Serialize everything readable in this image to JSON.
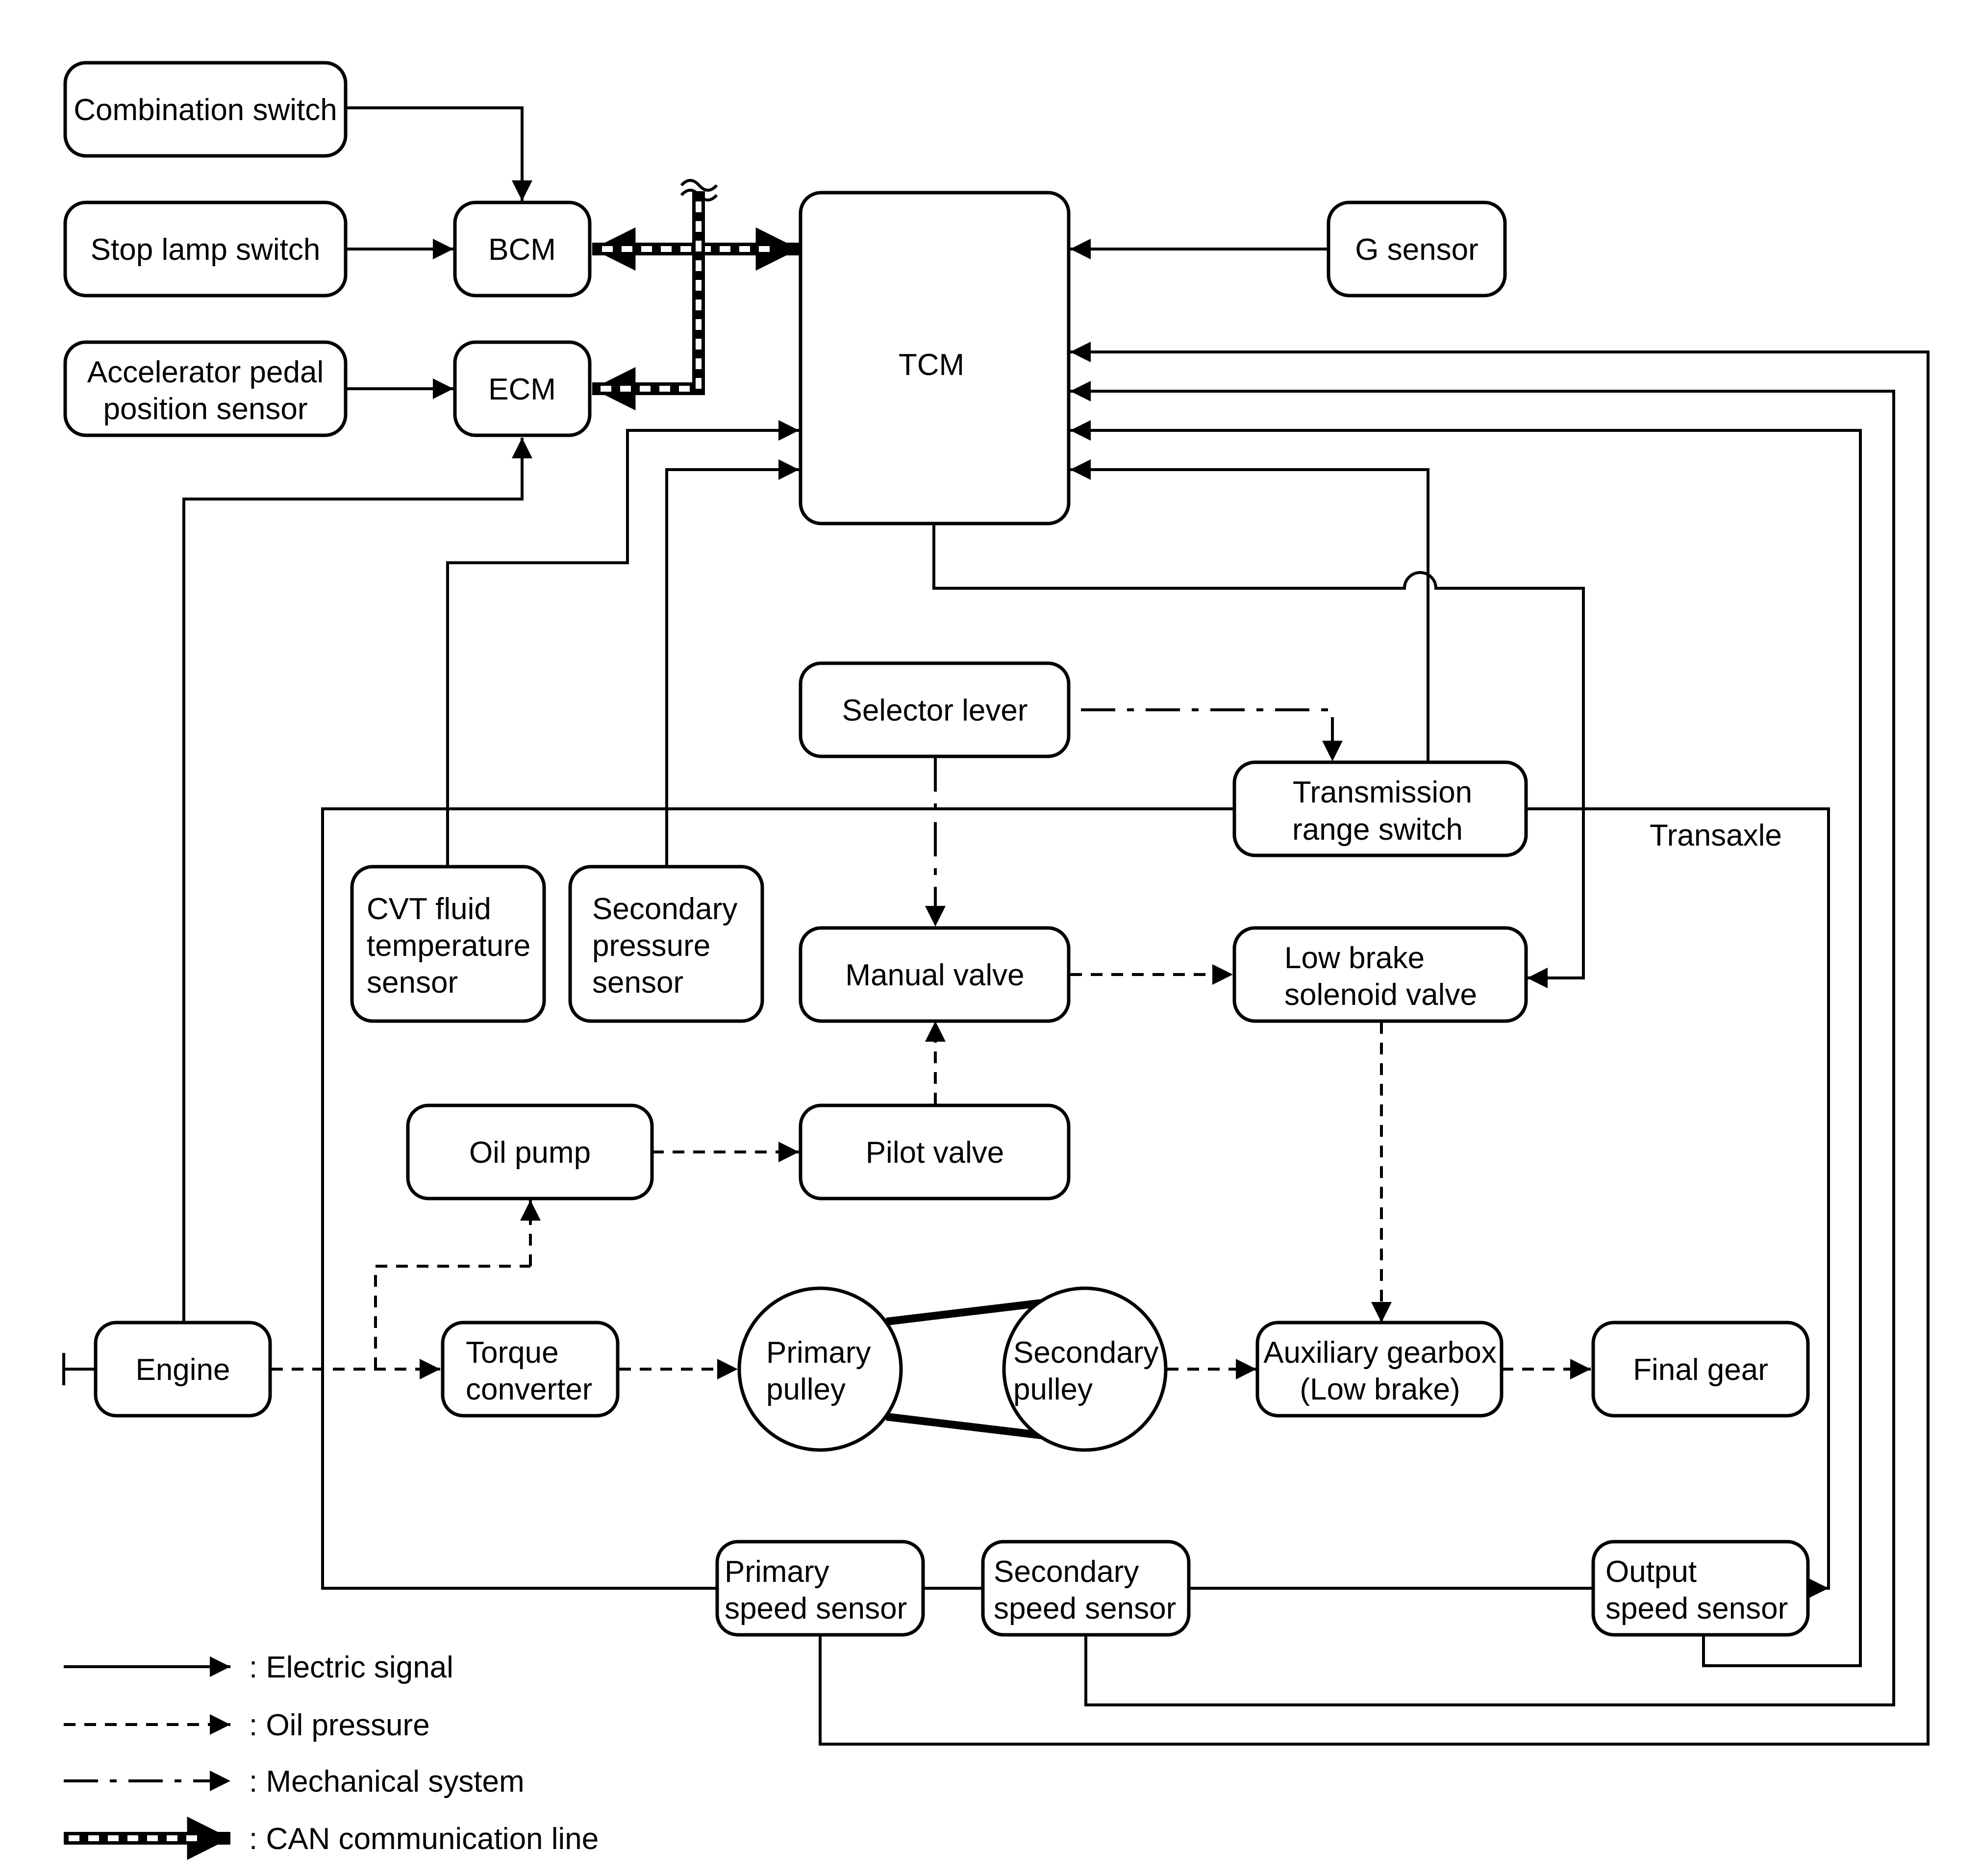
{
  "nodes": {
    "combination_switch": "Combination switch",
    "stop_lamp_switch": "Stop lamp switch",
    "accelerator_pedal_sensor": [
      "Accelerator pedal",
      "position sensor"
    ],
    "bcm": "BCM",
    "ecm": "ECM",
    "tcm": "TCM",
    "g_sensor": "G sensor",
    "selector_lever": "Selector lever",
    "transmission_range_switch": [
      "Transmission",
      "range switch"
    ],
    "transaxle": "Transaxle",
    "cvt_fluid_temperature_sensor": [
      "CVT fluid",
      "temperature",
      "sensor"
    ],
    "secondary_pressure_sensor": [
      "Secondary",
      "pressure",
      "sensor"
    ],
    "manual_valve": "Manual valve",
    "low_brake_solenoid_valve": [
      "Low brake",
      "solenoid valve"
    ],
    "oil_pump": "Oil pump",
    "pilot_valve": "Pilot valve",
    "engine": "Engine",
    "torque_converter": [
      "Torque",
      "converter"
    ],
    "primary_pulley": [
      "Primary",
      "pulley"
    ],
    "secondary_pulley": [
      "Secondary",
      "pulley"
    ],
    "auxiliary_gearbox": [
      "Auxiliary gearbox",
      "(Low brake)"
    ],
    "final_gear": "Final gear",
    "primary_speed_sensor": [
      "Primary",
      "speed sensor"
    ],
    "secondary_speed_sensor": [
      "Secondary",
      "speed sensor"
    ],
    "output_speed_sensor": [
      "Output",
      "speed sensor"
    ]
  },
  "legend": {
    "electric": ": Electric signal",
    "oil": ": Oil pressure",
    "mechanical": ": Mechanical system",
    "can": ": CAN communication line"
  }
}
